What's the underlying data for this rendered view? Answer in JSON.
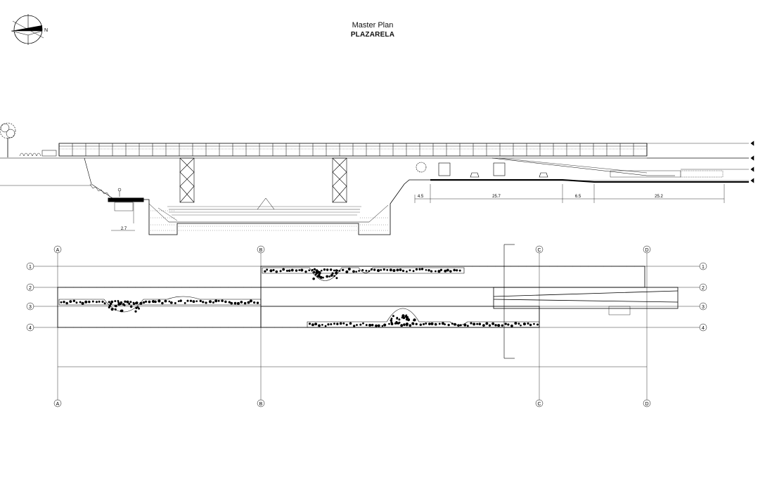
{
  "title": "Master Plan",
  "subtitle": "PLAZARELA",
  "compass": {
    "north_label": "N"
  },
  "section": {
    "dimensions": [
      {
        "label": "2.7"
      },
      {
        "label": "4.5"
      },
      {
        "label": "25.7"
      },
      {
        "label": "6.5"
      },
      {
        "label": "25.2"
      }
    ]
  },
  "plan": {
    "column_axes": [
      {
        "label": "A"
      },
      {
        "label": "B"
      },
      {
        "label": "C"
      },
      {
        "label": "D"
      }
    ],
    "row_axes": [
      {
        "label": "1"
      },
      {
        "label": "2"
      },
      {
        "label": "3"
      },
      {
        "label": "4"
      }
    ]
  },
  "colors": {
    "line": "#000000",
    "bg": "#ffffff"
  }
}
